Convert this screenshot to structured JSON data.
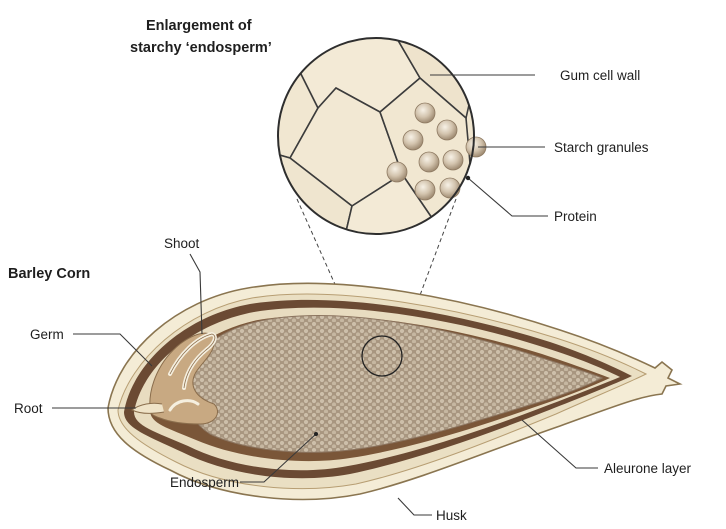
{
  "title": {
    "line1": "Enlargement of",
    "line2": "starchy ‘endosperm’"
  },
  "subtitle": "Barley Corn",
  "labels": {
    "gum_cell_wall": "Gum cell wall",
    "starch_granules": "Starch granules",
    "protein": "Protein",
    "shoot": "Shoot",
    "germ": "Germ",
    "root": "Root",
    "endosperm": "Endosperm",
    "aleurone_layer": "Aleurone layer",
    "husk": "Husk"
  },
  "colors": {
    "husk": "#f4ecd6",
    "husk_stroke": "#8a7550",
    "aleurone": "#6b4a33",
    "endosperm_fill": "#b9a994",
    "cell_fill": "#f3ead6",
    "granule": "#c8b8a2"
  }
}
